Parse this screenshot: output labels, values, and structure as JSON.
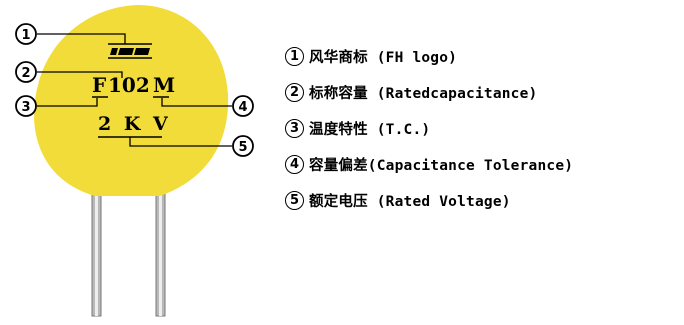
{
  "capacitor": {
    "colors": {
      "body": "#f2dc3a",
      "lead": "#b8b8b8",
      "lead_highlight": "#eeeeee",
      "line": "#000000"
    },
    "marking": {
      "series": "F",
      "value": "102",
      "tolerance": "M",
      "voltage": "2 K V"
    },
    "logo_icon": "fh-logo-icon"
  },
  "callouts": [
    "1",
    "2",
    "3",
    "4",
    "5"
  ],
  "legend": [
    {
      "num": "1",
      "label": "风华商标 (FH logo)"
    },
    {
      "num": "2",
      "label": "标称容量 (Ratedcapacitance)"
    },
    {
      "num": "3",
      "label": "温度特性 (T.C.)"
    },
    {
      "num": "4",
      "label": "容量偏差(Capacitance Tolerance)"
    },
    {
      "num": "5",
      "label": "额定电压 (Rated Voltage)"
    }
  ]
}
